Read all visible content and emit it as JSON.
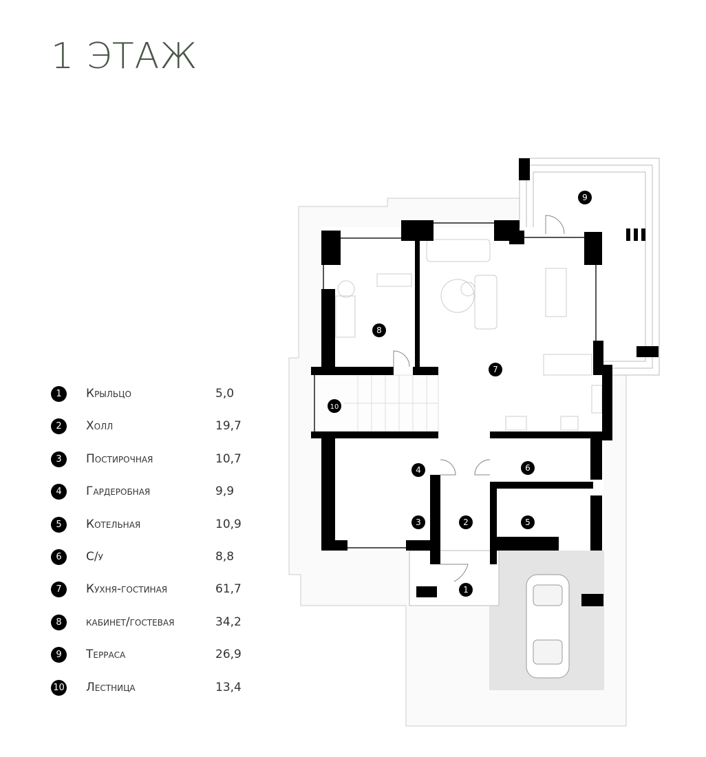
{
  "title": "1 ЭТАЖ",
  "rooms": [
    {
      "num": "1",
      "name": "Крыльцо",
      "area": "5,0"
    },
    {
      "num": "2",
      "name": "Холл",
      "area": "19,7"
    },
    {
      "num": "3",
      "name": "Постирочная",
      "area": "10,7"
    },
    {
      "num": "4",
      "name": "Гардеробная",
      "area": "9,9"
    },
    {
      "num": "5",
      "name": "Котельная",
      "area": "10,9"
    },
    {
      "num": "6",
      "name": "С/у",
      "area": "8,8"
    },
    {
      "num": "7",
      "name": "Кухня-гостиная",
      "area": "61,7"
    },
    {
      "num": "8",
      "name": "кабинет/гостевая",
      "area": "34,2"
    },
    {
      "num": "9",
      "name": "Терраса",
      "area": "26,9"
    },
    {
      "num": "10",
      "name": "Лестница",
      "area": "13,4"
    }
  ]
}
